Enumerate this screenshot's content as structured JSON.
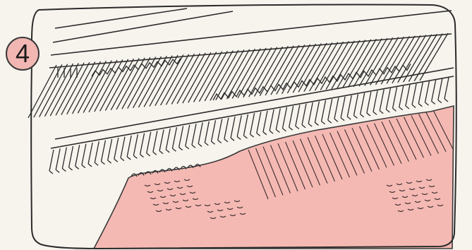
{
  "step": {
    "number": "4"
  },
  "colors": {
    "background": "#f7f4ee",
    "frame": "#2b2b2b",
    "knitted_fabric": "#f5b9b3",
    "badge_fill": "#f2b7b2",
    "ink": "#2a2a2a"
  },
  "illustration": {
    "subject": "knitting-machine-needle-bed",
    "elements": [
      "upper-needle-bed",
      "lower-needle-bed",
      "knitted-fabric",
      "stitch-marks"
    ]
  }
}
